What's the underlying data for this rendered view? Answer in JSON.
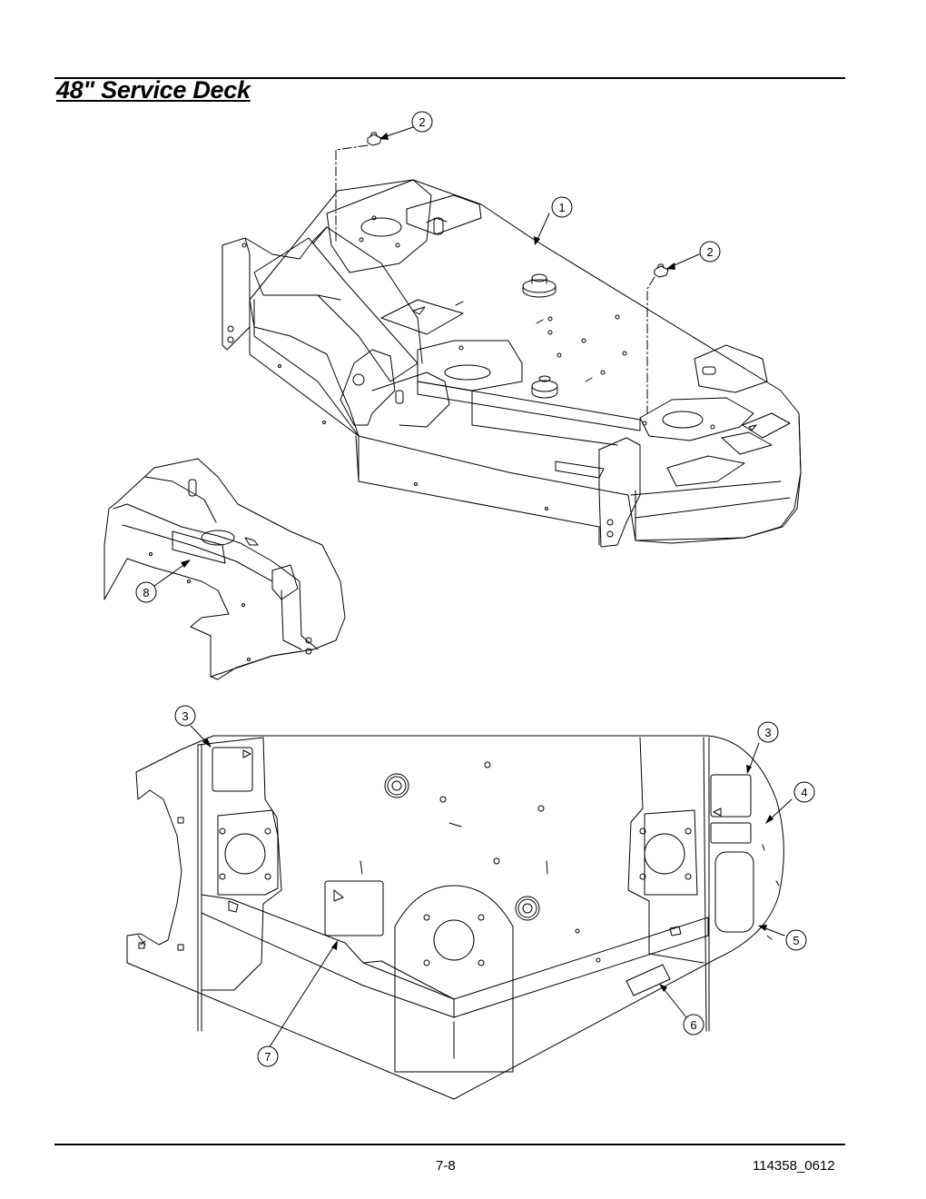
{
  "page": {
    "title": "48\" Service Deck",
    "page_number": "7-8",
    "doc_code": "114358_0612"
  },
  "callouts": [
    {
      "id": "c2a",
      "label": "2"
    },
    {
      "id": "c1",
      "label": "1"
    },
    {
      "id": "c2b",
      "label": "2"
    },
    {
      "id": "c8",
      "label": "8"
    },
    {
      "id": "c3a",
      "label": "3"
    },
    {
      "id": "c3b",
      "label": "3"
    },
    {
      "id": "c4",
      "label": "4"
    },
    {
      "id": "c5",
      "label": "5"
    },
    {
      "id": "c6",
      "label": "6"
    },
    {
      "id": "c7",
      "label": "7"
    }
  ]
}
